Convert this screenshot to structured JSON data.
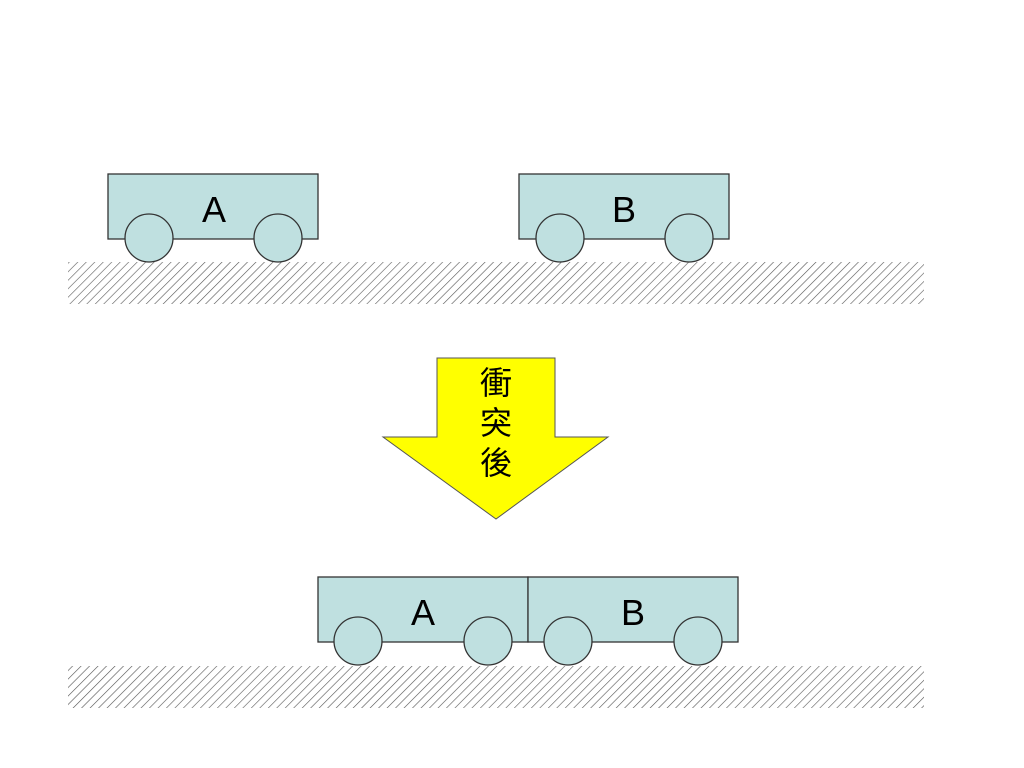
{
  "colors": {
    "cart_fill": "#bfe0e0",
    "cart_stroke": "#333333",
    "arrow_fill": "#ffff00",
    "ground_hatch": "#555555"
  },
  "before": {
    "cart_a": {
      "label": "A"
    },
    "cart_b": {
      "label": "B"
    }
  },
  "transition": {
    "label_chars": [
      "衝",
      "突",
      "後"
    ]
  },
  "after": {
    "cart_a": {
      "label": "A"
    },
    "cart_b": {
      "label": "B"
    }
  }
}
